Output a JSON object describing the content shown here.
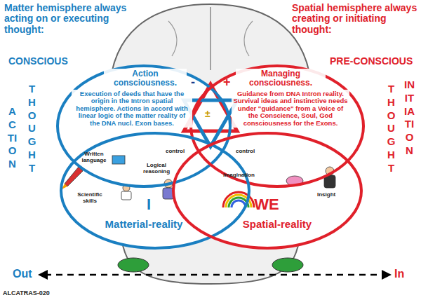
{
  "diagram": {
    "nodes": [
      {
        "text": [
          "Action consciousness.",
          "Execution of deeds that have the origin in the Intron spatial hemisphere. Actions in accord with linear logic of the matter reality of the DNA nucl. Exon bases."
        ]
      },
      {
        "text": [
          "Managing consciousness.",
          "Guidance from DNA Intron reality. Survival ideas and instinctive needs under \"guidance\" from a Voice of the Conscience, Soul, God consciousness for the Exons."
        ]
      },
      {
        "text": [
          "I",
          "Matterial-reality"
        ]
      },
      {
        "text": [
          "WE",
          "Spatial-reality"
        ]
      }
    ],
    "labels": [
      "Matter hemisphere always acting on or executing thought:",
      "Spatial hemisphere always creating or initiating thought:",
      "CONSCIOUS",
      "PRE-CONSCIOUS",
      "ACTION",
      "THOUGHT",
      "THOUGHT",
      "INITIATION",
      "-",
      "+",
      "±",
      "Written language",
      "Logical reasoning",
      "Scientific skills",
      "control",
      "control",
      "Imagination",
      "Insight",
      "Out",
      "In",
      "ALCATRAS-020"
    ]
  }
}
